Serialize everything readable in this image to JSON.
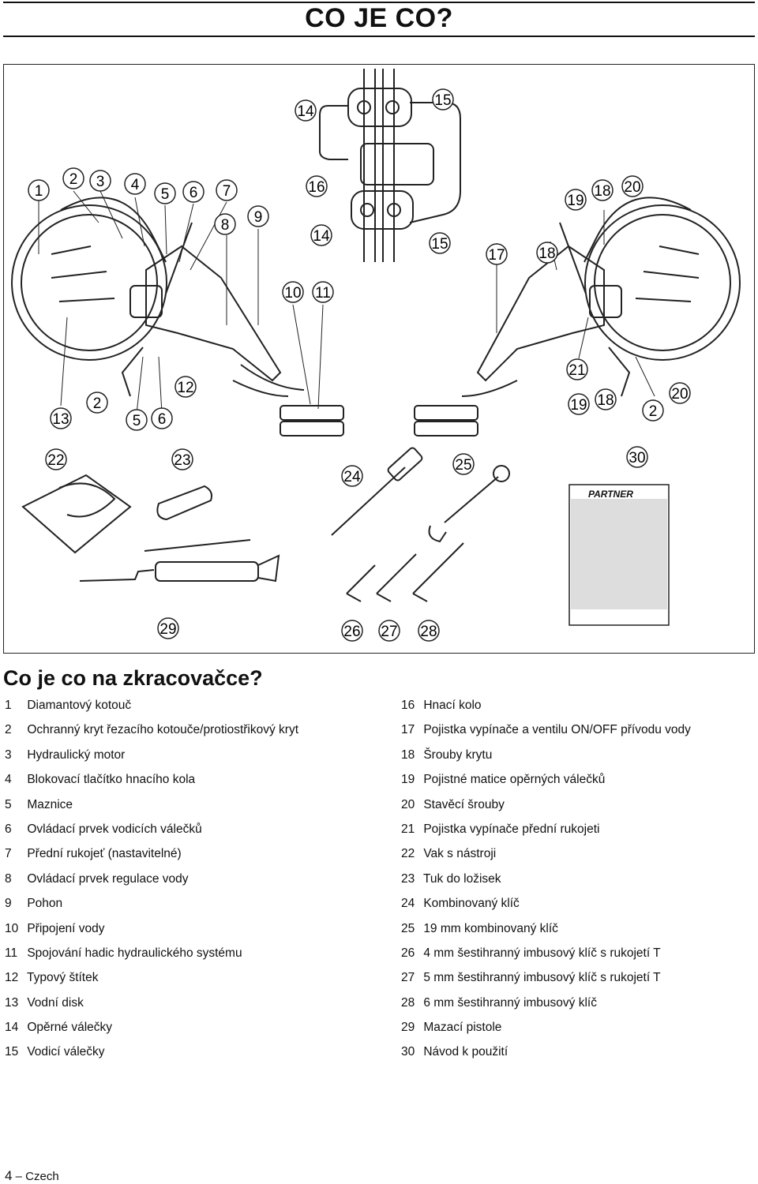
{
  "header": {
    "title": "CO JE CO?"
  },
  "figure": {
    "callouts": [
      "1",
      "2",
      "3",
      "4",
      "5",
      "6",
      "7",
      "8",
      "9",
      "10",
      "11",
      "12",
      "13",
      "14",
      "15",
      "16",
      "17",
      "18",
      "19",
      "20",
      "21",
      "22",
      "23",
      "24",
      "25",
      "26",
      "27",
      "28",
      "29",
      "30"
    ],
    "manual_brand": "PARTNER"
  },
  "section": {
    "title": "Co je co na zkracovačce?"
  },
  "parts_left": [
    {
      "num": "1",
      "label": "Diamantový kotouč"
    },
    {
      "num": "2",
      "label": "Ochranný kryt řezacího kotouče/protiostřikový kryt"
    },
    {
      "num": "3",
      "label": "Hydraulický motor"
    },
    {
      "num": "4",
      "label": "Blokovací tlačítko hnacího kola"
    },
    {
      "num": "5",
      "label": "Maznice"
    },
    {
      "num": "6",
      "label": "Ovládací prvek vodicích válečků"
    },
    {
      "num": "7",
      "label": "Přední rukojeť (nastavitelné)"
    },
    {
      "num": "8",
      "label": "Ovládací prvek regulace vody"
    },
    {
      "num": "9",
      "label": "Pohon"
    },
    {
      "num": "10",
      "label": "Připojení vody"
    },
    {
      "num": "11",
      "label": "Spojování hadic hydraulického systému"
    },
    {
      "num": "12",
      "label": "Typový štítek"
    },
    {
      "num": "13",
      "label": "Vodní disk"
    },
    {
      "num": "14",
      "label": "Opěrné válečky"
    },
    {
      "num": "15",
      "label": "Vodicí válečky"
    }
  ],
  "parts_right": [
    {
      "num": "16",
      "label": "Hnací kolo"
    },
    {
      "num": "17",
      "label": "Pojistka vypínače a ventilu ON/OFF přívodu vody"
    },
    {
      "num": "18",
      "label": "Šrouby krytu"
    },
    {
      "num": "19",
      "label": "Pojistné matice opěrných válečků"
    },
    {
      "num": "20",
      "label": "Stavěcí šrouby"
    },
    {
      "num": "21",
      "label": "Pojistka vypínače přední rukojeti"
    },
    {
      "num": "22",
      "label": "Vak s nástroji"
    },
    {
      "num": "23",
      "label": "Tuk do ložisek"
    },
    {
      "num": "24",
      "label": "Kombinovaný klíč"
    },
    {
      "num": "25",
      "label": "19 mm kombinovaný klíč"
    },
    {
      "num": "26",
      "label": "4 mm šestihranný imbusový klíč s rukojetí T"
    },
    {
      "num": "27",
      "label": "5 mm šestihranný imbusový klíč s rukojetí T"
    },
    {
      "num": "28",
      "label": "6 mm šestihranný imbusový klíč"
    },
    {
      "num": "29",
      "label": "Mazací pistole"
    },
    {
      "num": "30",
      "label": "Návod k použití"
    }
  ],
  "footer": {
    "page": "4",
    "dash": "–",
    "language": "Czech"
  }
}
